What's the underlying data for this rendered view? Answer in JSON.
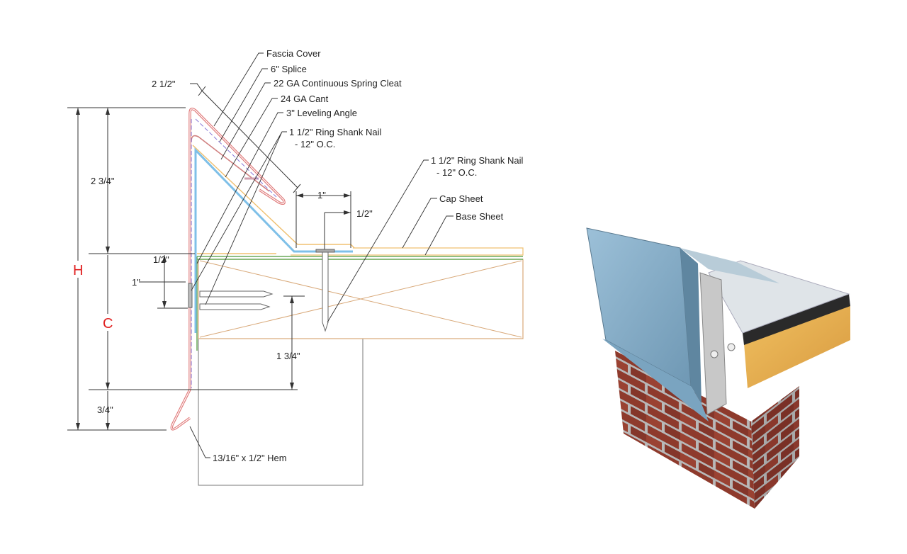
{
  "diagram": {
    "callouts": {
      "fascia_cover": "Fascia Cover",
      "splice": "6\" Splice",
      "spring_cleat": "22 GA Continuous Spring Cleat",
      "cant": "24 GA Cant",
      "leveling_angle": "3\" Leveling Angle",
      "nail1_line1": "1 1/2\" Ring Shank Nail",
      "nail1_line2": "- 12\" O.C.",
      "nail2_line1": "1 1/2\" Ring Shank Nail",
      "nail2_line2": "- 12\" O.C.",
      "cap_sheet": "Cap Sheet",
      "base_sheet": "Base Sheet",
      "hem": "13/16\" x 1/2\" Hem"
    },
    "dimensions": {
      "slope_width": "2 1/2\"",
      "upper_height": "2 3/4\"",
      "flat_1": "1\"",
      "flat_half": "1/2\"",
      "left_half": "1/2\"",
      "left_one": "1\"",
      "nail_drop": "1 3/4\"",
      "lower": "3/4\"",
      "H": "H",
      "C": "C"
    },
    "colors": {
      "fascia": "#e07a7a",
      "cleat": "#8a7ad8",
      "cant": "#7fc0e8",
      "leveling": "#f0c070",
      "base_sheet": "#6aaa5a",
      "wood": "#d8a878",
      "dimension_letters": "#e02020"
    }
  }
}
